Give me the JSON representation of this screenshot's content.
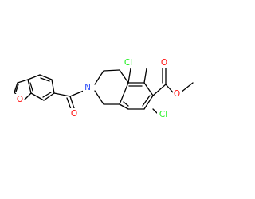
{
  "molecule": {
    "atoms": [
      {
        "id": "furan-o",
        "symbol": "O",
        "color": "#ff0d0d"
      },
      {
        "id": "carbonyl-o",
        "symbol": "O",
        "color": "#ff0d0d"
      },
      {
        "id": "ring-n",
        "symbol": "N",
        "color": "#3050f8"
      },
      {
        "id": "cl-upper",
        "symbol": "Cl",
        "color": "#1ff01f"
      },
      {
        "id": "cl-lower",
        "symbol": "Cl",
        "color": "#1ff01f"
      },
      {
        "id": "ester-carbonyl-o",
        "symbol": "O",
        "color": "#ff0d0d"
      },
      {
        "id": "ester-o",
        "symbol": "O",
        "color": "#ff0d0d"
      }
    ]
  }
}
